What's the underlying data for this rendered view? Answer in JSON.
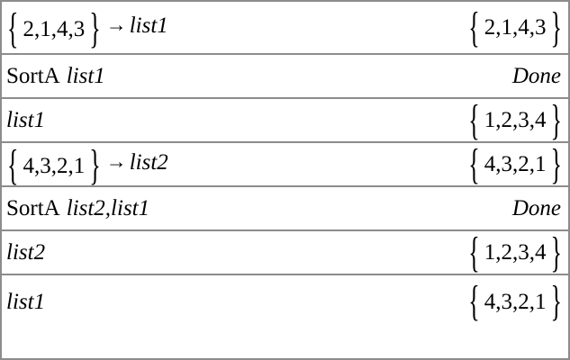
{
  "app": {
    "title": "SortA calculator history",
    "border_color": "#8c8c8c",
    "background_color": "#ffffff",
    "text_color": "#000000"
  },
  "symbols": {
    "store_arrow": "→",
    "brace_open": "{",
    "brace_close": "}"
  },
  "rows": [
    {
      "id": "row-1",
      "height_class": "h-tall",
      "expr": {
        "kind": "store",
        "list": "2,1,4,3",
        "target": "list1",
        "text": "{2,1,4,3}→list1"
      },
      "result": {
        "kind": "list",
        "list": "2,1,4,3",
        "text": "{2,1,4,3}"
      }
    },
    {
      "id": "row-2",
      "height_class": "h-short",
      "expr": {
        "kind": "command",
        "fn": "SortA",
        "args": "list1",
        "text": "SortA list1"
      },
      "result": {
        "kind": "text",
        "text": "Done"
      }
    },
    {
      "id": "row-3",
      "height_class": "h-short",
      "expr": {
        "kind": "variable",
        "var": "list1",
        "text": "list1"
      },
      "result": {
        "kind": "list",
        "list": "1,2,3,4",
        "text": "{1,2,3,4}"
      }
    },
    {
      "id": "row-4",
      "height_class": "h-short",
      "expr": {
        "kind": "store",
        "list": "4,3,2,1",
        "target": "list2",
        "text": "{4,3,2,1}→list2"
      },
      "result": {
        "kind": "list",
        "list": "4,3,2,1",
        "text": "{4,3,2,1}"
      }
    },
    {
      "id": "row-5",
      "height_class": "h-short",
      "expr": {
        "kind": "command",
        "fn": "SortA",
        "args": "list2,list1",
        "text": "SortA list2,list1"
      },
      "result": {
        "kind": "text",
        "text": "Done"
      }
    },
    {
      "id": "row-6",
      "height_class": "h-short",
      "expr": {
        "kind": "variable",
        "var": "list2",
        "text": "list2"
      },
      "result": {
        "kind": "list",
        "list": "1,2,3,4",
        "text": "{1,2,3,4}"
      }
    },
    {
      "id": "row-7",
      "height_class": "h-last",
      "expr": {
        "kind": "variable",
        "var": "list1",
        "text": "list1"
      },
      "result": {
        "kind": "list",
        "list": "4,3,2,1",
        "text": "{4,3,2,1}"
      }
    }
  ]
}
